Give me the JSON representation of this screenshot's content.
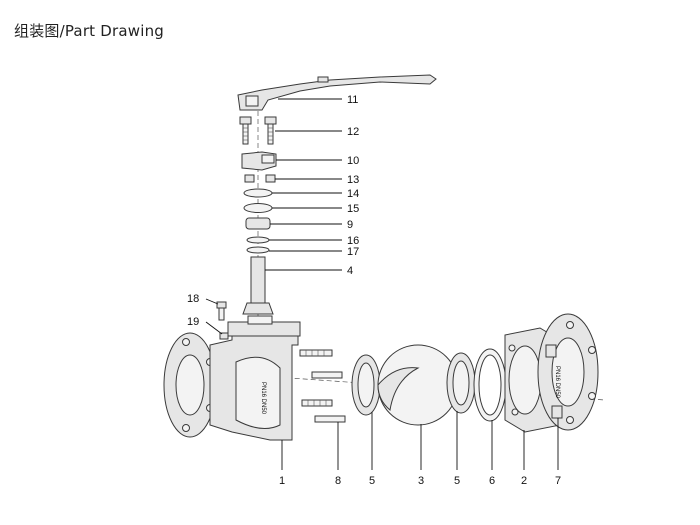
{
  "title": "组装图/Part Drawing",
  "callouts": [
    "11",
    "12",
    "10",
    "13",
    "14",
    "15",
    "9",
    "16",
    "17",
    "4",
    "18",
    "19",
    "1",
    "8",
    "5",
    "3",
    "5",
    "6",
    "2",
    "7"
  ],
  "body_marking_left": "PN16 DN50",
  "body_marking_right": "PN16 DN50"
}
